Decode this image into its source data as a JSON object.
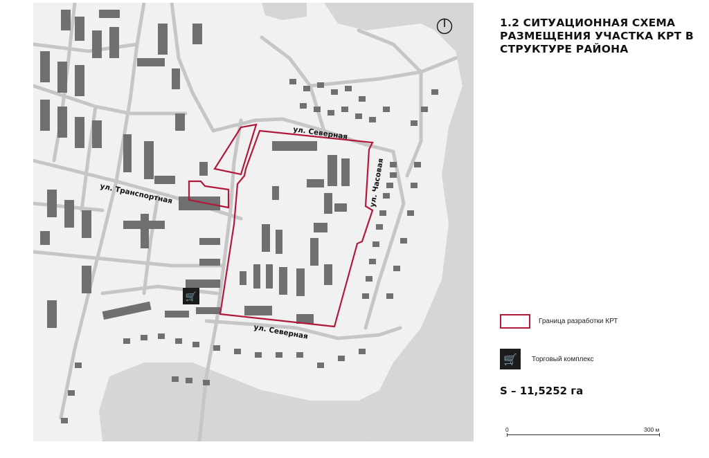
{
  "title": "1.2 СИТУАЦИОННАЯ СХЕМА РАЗМЕЩЕНИЯ УЧАСТКА КРТ В СТРУКТУРЕ РАЙОНА",
  "streets": {
    "severnaya_north": "ул. Северная",
    "severnaya_south": "ул. Северная",
    "chasovaya": "ул. Часовая",
    "transportnaya": "ул. Транспортная"
  },
  "legend": {
    "boundary_label": "Граница разработки КРТ",
    "shop_label": "Торговый комплекс"
  },
  "area_label": "S – 11,5252 га",
  "scale": {
    "start": "0",
    "end": "300 м"
  },
  "colors": {
    "boundary": "#b0193a",
    "building": "#707070",
    "road": "#c6c6c6",
    "water": "#d3d3d3",
    "icon_bg": "#1c1c1c"
  },
  "icons": [
    "north-arrow-icon",
    "shopping-cart-icon"
  ]
}
